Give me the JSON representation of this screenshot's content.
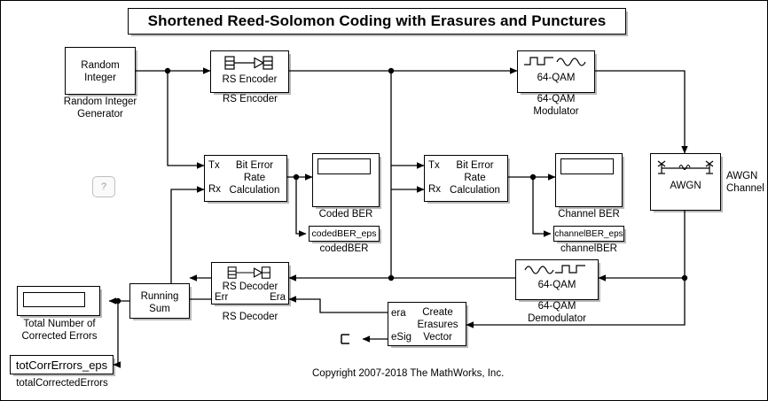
{
  "title": "Shortened Reed-Solomon Coding with Erasures and Punctures",
  "help_button": "?",
  "copyright": "Copyright 2007-2018 The MathWorks, Inc.",
  "blocks": {
    "random_integer": {
      "text": "Random\nInteger",
      "caption": "Random Integer\nGenerator"
    },
    "rs_encoder": {
      "text": "RS Encoder",
      "caption": "RS Encoder",
      "icon": "encoder-icon"
    },
    "qam_modulator": {
      "text": "64-QAM",
      "caption": "64-QAM\nModulator",
      "icon": "modulator-icon"
    },
    "awgn": {
      "text": "AWGN",
      "caption": "AWGN\nChannel",
      "icon": "awgn-icon"
    },
    "qam_demodulator": {
      "text": "64-QAM",
      "caption": "64-QAM\nDemodulator",
      "icon": "demodulator-icon"
    },
    "ber_coded": {
      "port_tx": "Tx",
      "port_rx": "Rx",
      "text": "Bit Error\nRate\nCalculation"
    },
    "ber_channel": {
      "port_tx": "Tx",
      "port_rx": "Rx",
      "text": "Bit Error\nRate\nCalculation"
    },
    "coded_ber_display": {
      "caption": "Coded BER",
      "value": ""
    },
    "channel_ber_display": {
      "caption": "Channel BER",
      "value": ""
    },
    "coded_ber_eps": {
      "text": "codedBER_eps",
      "caption": "codedBER"
    },
    "channel_ber_eps": {
      "text": "channelBER_eps",
      "caption": "channelBER"
    },
    "rs_decoder": {
      "text": "RS Decoder",
      "caption": "RS Decoder",
      "port_err": "Err",
      "port_era": "Era",
      "icon": "decoder-icon"
    },
    "running_sum": {
      "text": "Running\nSum"
    },
    "total_corrected_display": {
      "caption": "Total Number of\nCorrected Errors",
      "value": ""
    },
    "tot_corr_errors_eps": {
      "text": "totCorrErrors_eps",
      "caption": "totalCorrectedErrors"
    },
    "create_erasures": {
      "port_era": "era",
      "port_esig": "eSig",
      "text": "Create\nErasures\nVector"
    },
    "terminator": {
      "caption": ""
    }
  },
  "colors": {
    "line": "#000000",
    "block_border": "#000000",
    "background": "#ffffff",
    "help_border": "#c0c0c0",
    "help_text": "#9a9a9a"
  }
}
